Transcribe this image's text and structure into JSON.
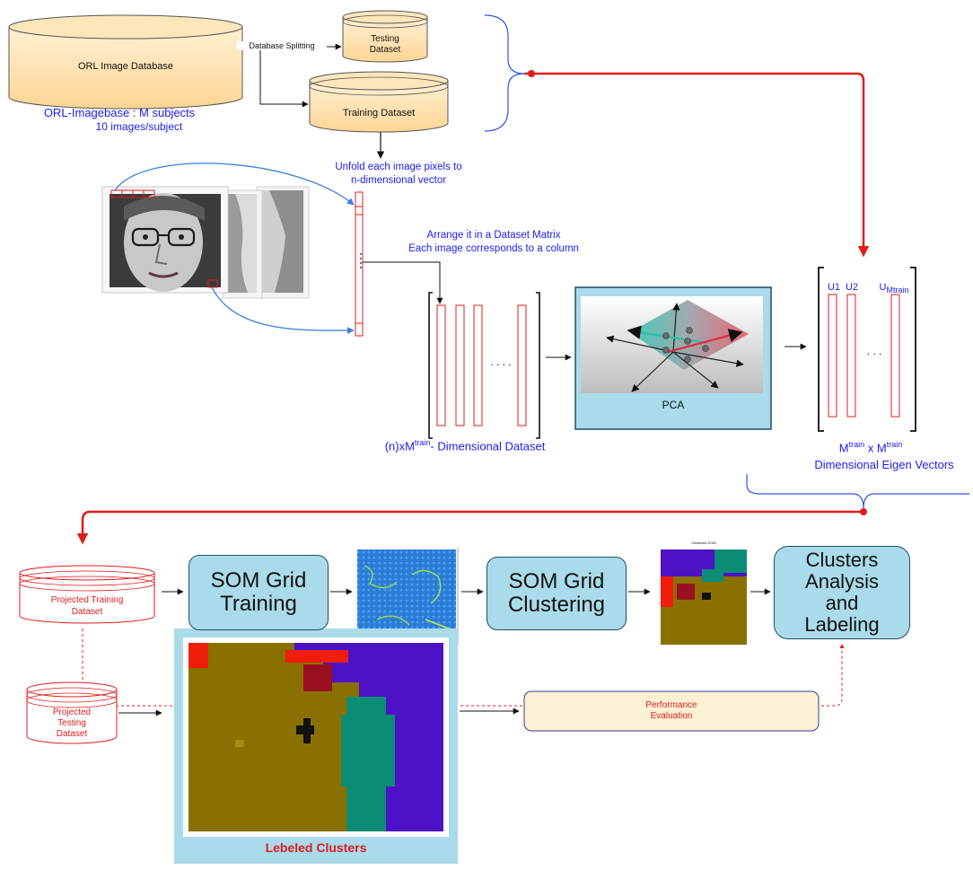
{
  "colors": {
    "cylinder_fill": "#fddca3",
    "cylinder_stroke": "#444444",
    "blue_text": "#1c1cf0",
    "red_accent": "#e01c1c",
    "box_fill": "#a9dbea",
    "perf_fill": "#fdf1d3",
    "som_olive": "#8a7000",
    "som_purple": "#4d12c6",
    "som_teal": "#0b8c74",
    "som_red": "#f01c0c",
    "som_maroon": "#9a1022"
  },
  "database": {
    "main_label": "ORL Image Database",
    "caption_line1": "ORL-Imagebase : M subjects",
    "caption_line2": "10 images/subject",
    "split_label": "Database Splitting",
    "testing_line1": "Testing",
    "testing_line2": "Dataset",
    "training_label": "Training Dataset"
  },
  "unfold": {
    "line1": "Unfold each image pixels to",
    "line2": "n-dimensional vector"
  },
  "arrange": {
    "line1": "Arrange it in a Dataset Matrix",
    "line2": "Each image corresponds to a column"
  },
  "dataset_matrix": {
    "dots": ". . . .",
    "caption_prefix": "(n)xM",
    "caption_sup": "train",
    "caption_suffix": "- Dimensional Dataset"
  },
  "pca": {
    "label": "PCA"
  },
  "eigen": {
    "u1": "U1",
    "u2": "U2",
    "u_m": "U",
    "u_m_sub": "Mtrain",
    "dots": ". . .",
    "caption1_a": "M",
    "caption1_sup1": "train",
    "caption1_b": " x M",
    "caption1_sup2": "train",
    "caption2": "Dimensional Eigen Vectors"
  },
  "projected_training": {
    "line1": "Projected Training",
    "line2": "Dataset"
  },
  "som_training": {
    "line1": "SOM  Grid",
    "line2": "Training"
  },
  "som_clustering": {
    "line1": "SOM  Grid",
    "line2": "Clustering"
  },
  "clusters_analysis": {
    "line1": "Clusters",
    "line2": "Analysis",
    "line3": "and",
    "line4": "Labeling"
  },
  "mini_map_title": "Clustered SOM",
  "projected_testing": {
    "line1": "Projected",
    "line2": "Testing",
    "line3": "Dataset"
  },
  "labeled_clusters": {
    "label": "Lebeled Clusters"
  },
  "performance": {
    "line1": "Performance",
    "line2": "Evaluation"
  }
}
